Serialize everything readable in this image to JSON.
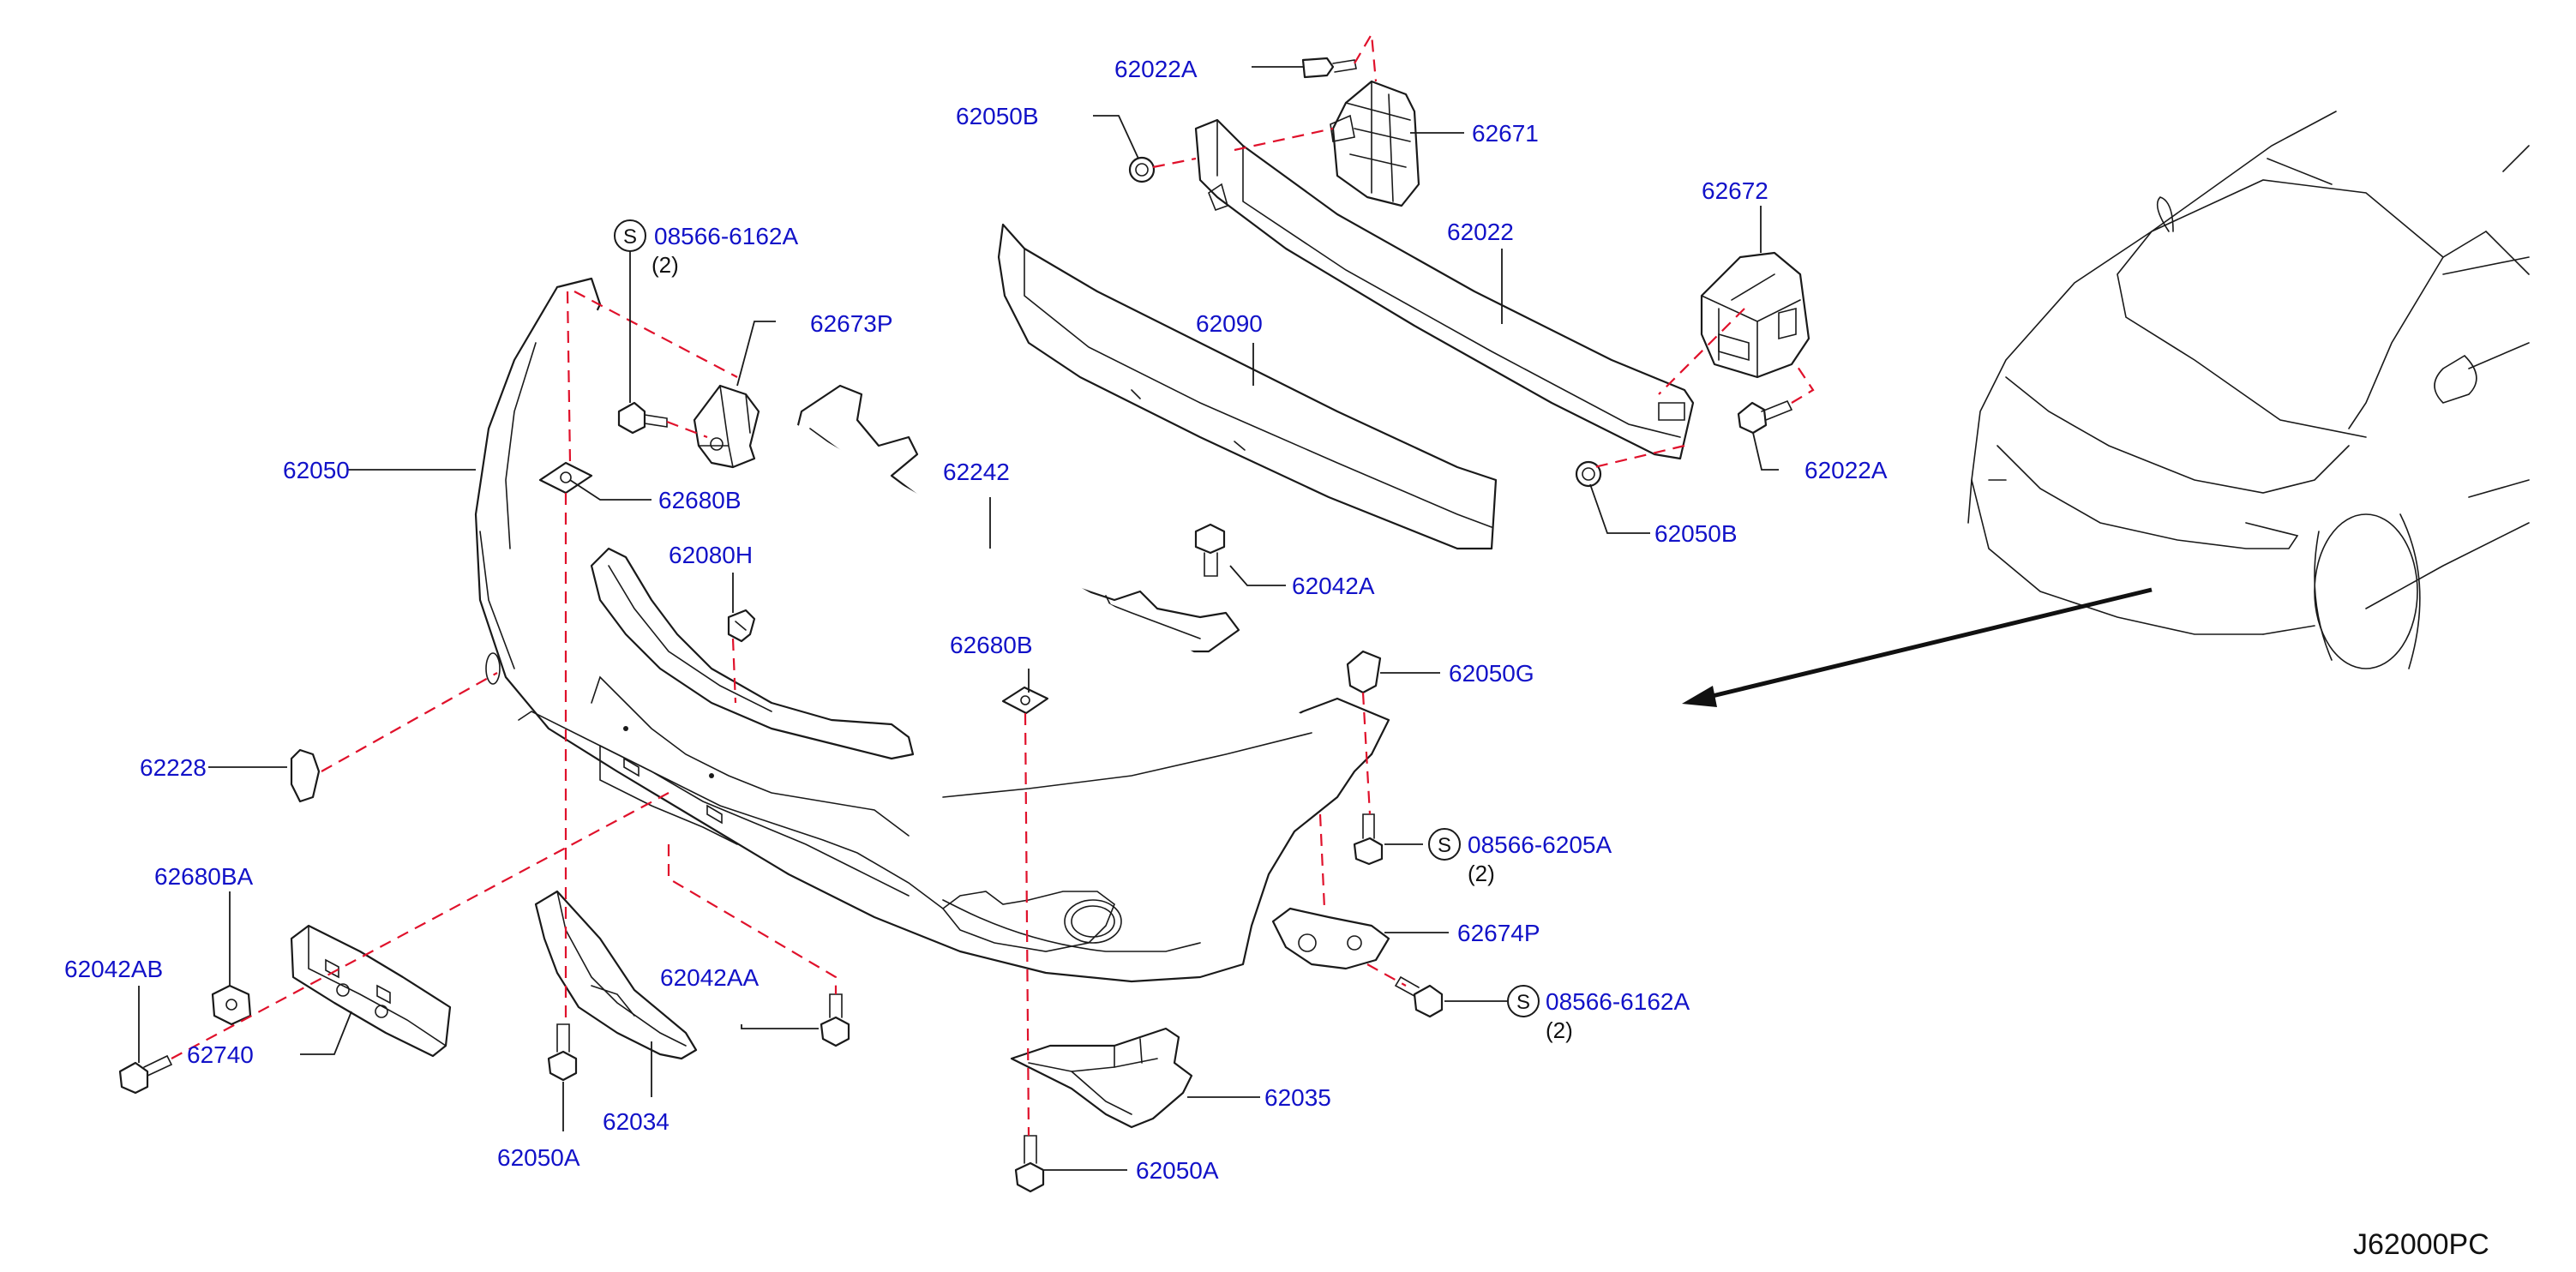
{
  "diagram_code": "J62000PC",
  "colors": {
    "part_number": "#1212c8",
    "dashed_guide": "#e0112b",
    "line": "#1a1a1a"
  },
  "s_symbol": "S",
  "labels": {
    "p62022A_top": "62022A",
    "p62050B_top": "62050B",
    "p62671": "62671",
    "p62022": "62022",
    "p62672": "62672",
    "p62090": "62090",
    "p62022A_right": "62022A",
    "p62050B_right": "62050B",
    "p08566_6162A_top": "08566-6162A",
    "p62673P": "62673P",
    "p62050": "62050",
    "p62680B_top": "62680B",
    "p62242": "62242",
    "p62042A": "62042A",
    "p62080H": "62080H",
    "p62680B_mid": "62680B",
    "p62050G": "62050G",
    "p62228": "62228",
    "p08566_6205A": "08566-6205A",
    "p62680BA": "62680BA",
    "p62674P": "62674P",
    "p62042AB": "62042AB",
    "p62042AA": "62042AA",
    "p08566_6162A_bottom": "08566-6162A",
    "p62740": "62740",
    "p62034": "62034",
    "p62035": "62035",
    "p62050A_left": "62050A",
    "p62050A_right": "62050A"
  },
  "quantities": {
    "q_08566_6162A_top": "(2)",
    "q_08566_6205A": "(2)",
    "q_08566_6162A_bottom": "(2)"
  }
}
